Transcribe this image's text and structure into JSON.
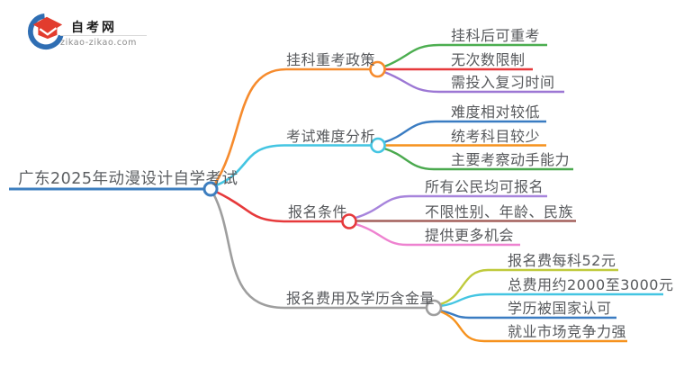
{
  "logo": {
    "title": "自考网",
    "domain": "zikao-zikao.com",
    "icon": "graduation-cap-in-blue-crescent",
    "brand_blue": "#2f6eb3",
    "brand_red": "#e23c2e"
  },
  "mindmap": {
    "central": {
      "label": "广东2025年动漫设计自学考试",
      "color": "#3d7ebf"
    },
    "branches": [
      {
        "label": "挂科重考政策",
        "color": "#f68b2d",
        "children": [
          {
            "label": "挂科后可重考",
            "color": "#4cae50"
          },
          {
            "label": "无次数限制",
            "color": "#e6393b"
          },
          {
            "label": "需投入复习时间",
            "color": "#9c77d4"
          }
        ]
      },
      {
        "label": "考试难度分析",
        "color": "#44c5e2",
        "children": [
          {
            "label": "难度相对较低",
            "color": "#3a7cc2"
          },
          {
            "label": "统考科目较少",
            "color": "#f6921e"
          },
          {
            "label": "主要考察动手能力",
            "color": "#4aa94e"
          }
        ]
      },
      {
        "label": "报名条件",
        "color": "#e6393b",
        "children": [
          {
            "label": "所有公民均可报名",
            "color": "#a784dc"
          },
          {
            "label": "不限性别、年龄、民族",
            "color": "#a3605c"
          },
          {
            "label": "提供更多机会",
            "color": "#ee82d0"
          }
        ]
      },
      {
        "label": "报名费用及学历含金量",
        "color": "#9e9e9e",
        "children": [
          {
            "label": "报名费每科52元",
            "color": "#bfca3c"
          },
          {
            "label": "总费用约2000至3000元",
            "color": "#44c5e2"
          },
          {
            "label": "学历被国家认可",
            "color": "#3a7cc2"
          },
          {
            "label": "就业市场竞争力强",
            "color": "#f6921e"
          }
        ]
      }
    ]
  }
}
